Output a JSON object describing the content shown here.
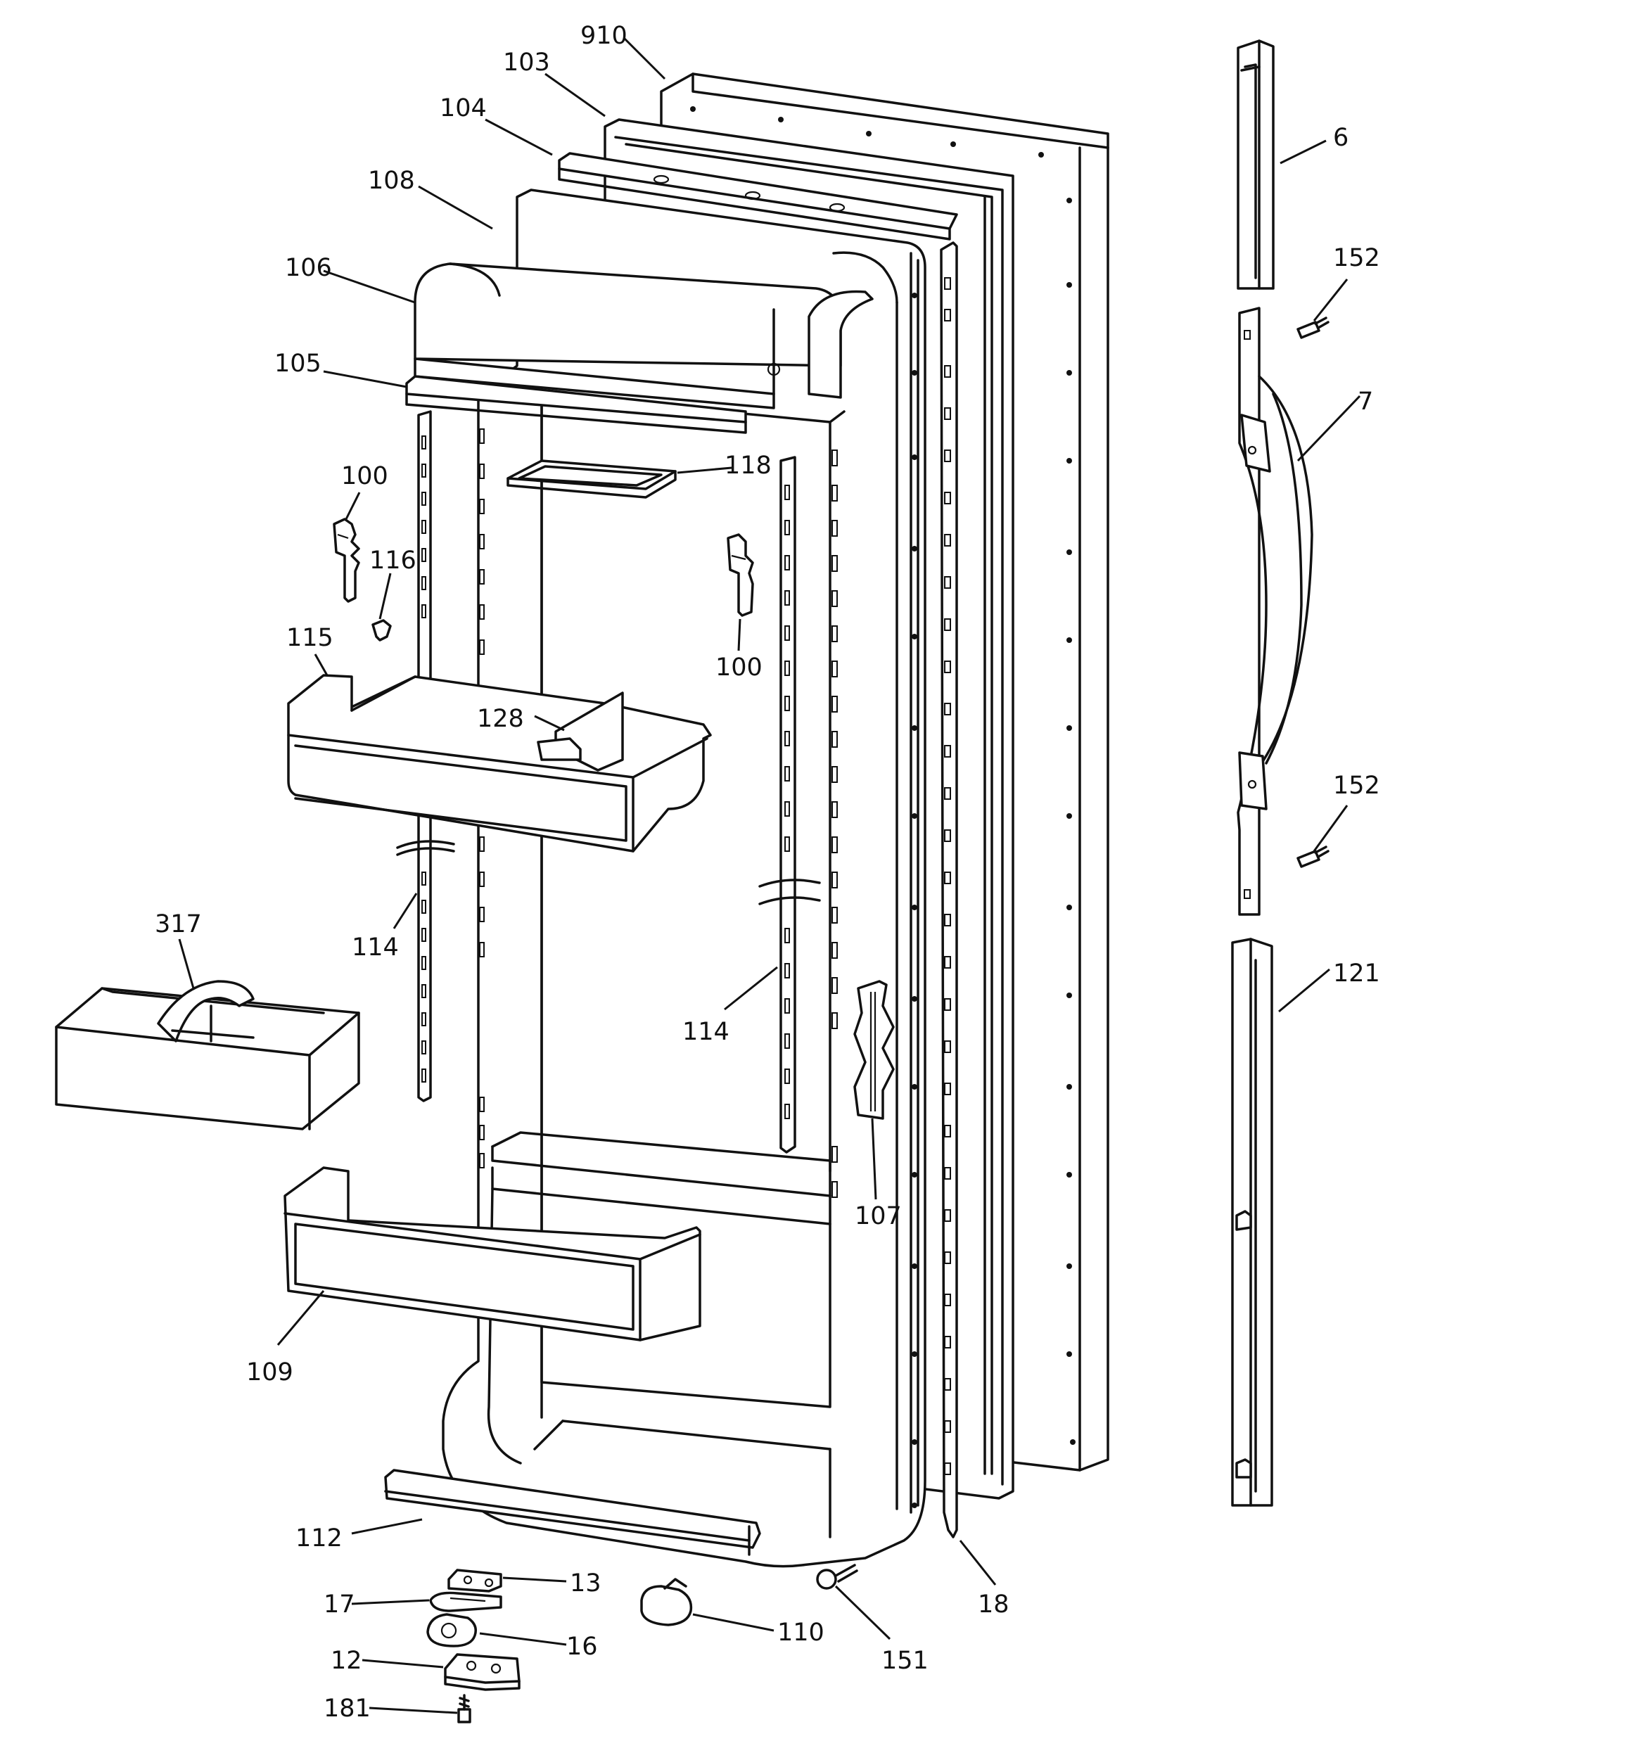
{
  "callouts": [
    {
      "id": "c910",
      "label": "910"
    },
    {
      "id": "c103",
      "label": "103"
    },
    {
      "id": "c104",
      "label": "104"
    },
    {
      "id": "c108",
      "label": "108"
    },
    {
      "id": "c106",
      "label": "106"
    },
    {
      "id": "c105",
      "label": "105"
    },
    {
      "id": "c118",
      "label": "118"
    },
    {
      "id": "c100a",
      "label": "100"
    },
    {
      "id": "c116",
      "label": "116"
    },
    {
      "id": "c100b",
      "label": "100"
    },
    {
      "id": "c115",
      "label": "115"
    },
    {
      "id": "c128",
      "label": "128"
    },
    {
      "id": "c317",
      "label": "317"
    },
    {
      "id": "c114a",
      "label": "114"
    },
    {
      "id": "c114b",
      "label": "114"
    },
    {
      "id": "c107",
      "label": "107"
    },
    {
      "id": "c109",
      "label": "109"
    },
    {
      "id": "c112",
      "label": "112"
    },
    {
      "id": "c13",
      "label": "13"
    },
    {
      "id": "c17",
      "label": "17"
    },
    {
      "id": "c16",
      "label": "16"
    },
    {
      "id": "c12",
      "label": "12"
    },
    {
      "id": "c181",
      "label": "181"
    },
    {
      "id": "c110",
      "label": "110"
    },
    {
      "id": "c151",
      "label": "151"
    },
    {
      "id": "c18",
      "label": "18"
    },
    {
      "id": "c6",
      "label": "6"
    },
    {
      "id": "c152a",
      "label": "152"
    },
    {
      "id": "c7",
      "label": "7"
    },
    {
      "id": "c152b",
      "label": "152"
    },
    {
      "id": "c121",
      "label": "121"
    }
  ]
}
